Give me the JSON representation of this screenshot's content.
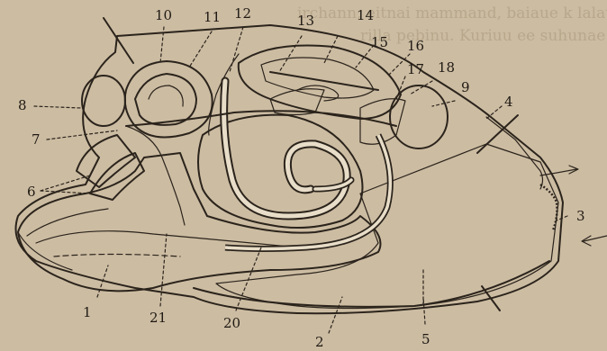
{
  "figure": {
    "background_text": [
      "irchann, eitnai mammand, baiaue k lalaust paraaral w",
      "rilla pebinu. Kuriuu ee suhunae ees eeseeeu. ebaida ju"
    ],
    "labels": {
      "l1": "1",
      "l2": "2",
      "l3": "3",
      "l4": "4",
      "l5": "5",
      "l6": "6",
      "l7": "7",
      "l8": "8",
      "l9": "9",
      "l10": "10",
      "l11": "11",
      "l12": "12",
      "l13": "13",
      "l14": "14",
      "l15": "15",
      "l16": "16",
      "l17": "17",
      "l18": "18",
      "l20": "20",
      "l21": "21"
    },
    "colors": {
      "ink": "#2b241c",
      "paper": "#ccbca2",
      "hatch": "#6f604d",
      "dark_mass": "#3a3128"
    }
  }
}
